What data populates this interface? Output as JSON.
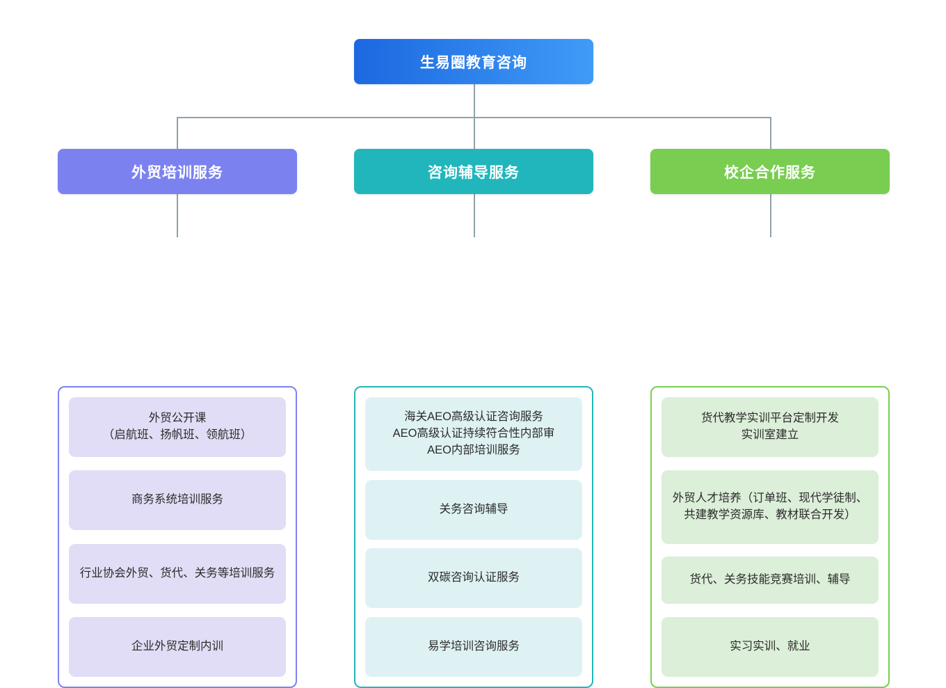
{
  "diagram": {
    "type": "org-chart",
    "root": {
      "label": "生易圈教育咨询",
      "color": "#1c68e0",
      "color_end": "#3f9bf7"
    },
    "branches": [
      {
        "label": "外贸培训服务",
        "color": "#7b82f0",
        "item_fill": "#e2ddf6",
        "items": [
          "外贸公开课\n（启航班、扬帆班、领航班）",
          "商务系统培训服务",
          "行业协会外贸、货代、关务等培训服务",
          "企业外贸定制内训"
        ]
      },
      {
        "label": "咨询辅导服务",
        "color": "#21b6bb",
        "item_fill": "#dff2f3",
        "items": [
          "海关AEO高级认证咨询服务\nAEO高级认证持续符合性内部审\nAEO内部培训服务",
          "关务咨询辅导",
          "双碳咨询认证服务",
          "易学培训咨询服务"
        ]
      },
      {
        "label": "校企合作服务",
        "color": "#79cd51",
        "item_fill": "#dcefd9",
        "items": [
          "货代教学实训平台定制开发\n实训室建立",
          "外贸人才培养（订单班、现代学徒制、共建教学资源库、教材联合开发）",
          "货代、关务技能竞赛培训、辅导",
          "实习实训、就业"
        ]
      }
    ],
    "connector_color": "#8fa0aa"
  }
}
